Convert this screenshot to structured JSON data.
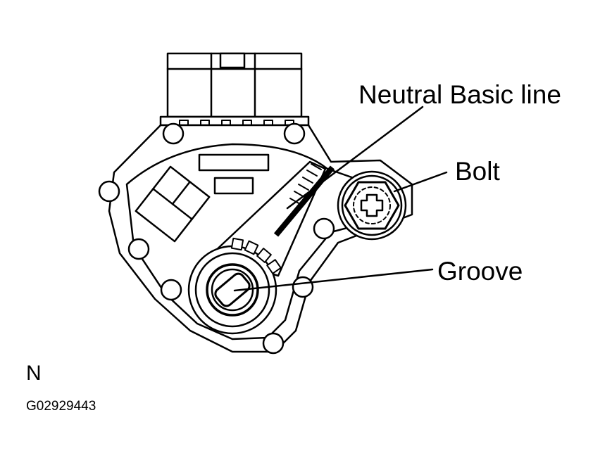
{
  "callouts": {
    "neutral_basic_line": "Neutral Basic line",
    "bolt": "Bolt",
    "groove": "Groove"
  },
  "view_label": "N",
  "figure_code": "G02929443",
  "colors": {
    "ink": "#000000",
    "paper": "#ffffff"
  }
}
